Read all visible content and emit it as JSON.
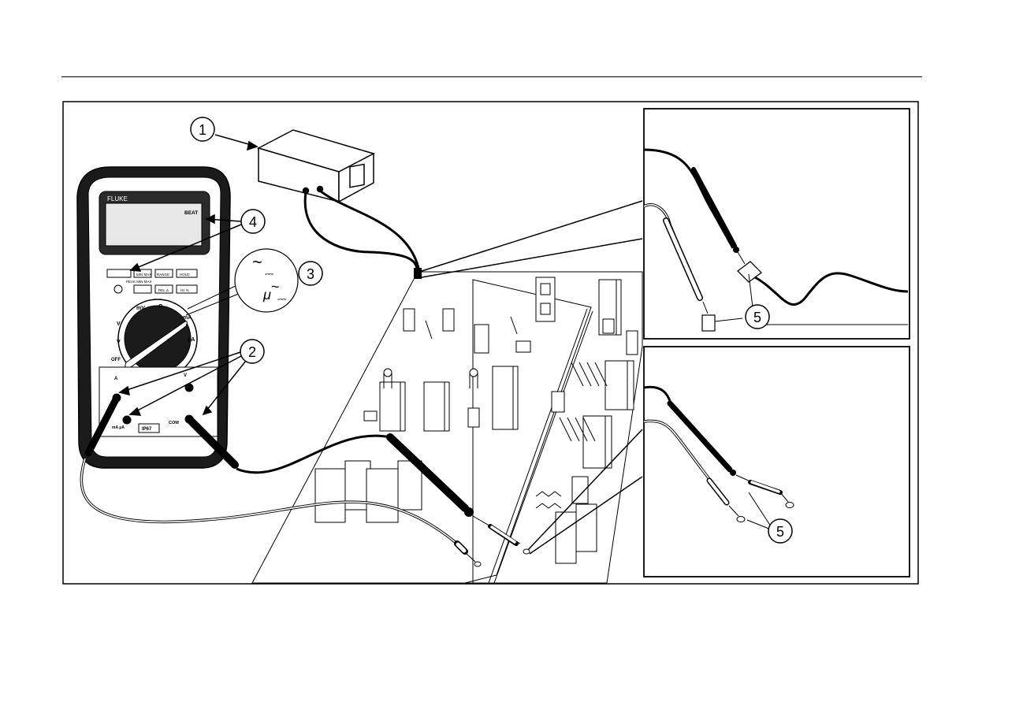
{
  "figure": {
    "callouts": [
      {
        "id": "1",
        "text": "1",
        "target": "test-voltage-source"
      },
      {
        "id": "2",
        "text": "2",
        "target": "test-lead-jacks"
      },
      {
        "id": "3",
        "text": "3",
        "target": "ac-dc-function-symbols"
      },
      {
        "id": "4",
        "text": "4",
        "target": "display-indicator"
      },
      {
        "id": "5a",
        "text": "5",
        "target": "probe-contact-detail-upper"
      },
      {
        "id": "5b",
        "text": "5",
        "target": "probe-contact-detail-lower"
      }
    ],
    "meter": {
      "brand": "FLUKE",
      "display_annunciator": "BEAT",
      "buttons_row1": [
        "",
        "MIN MAX",
        "RANGE",
        "HOLD"
      ],
      "peak_label": "PEAK MIN MAX",
      "buttons_row2": [
        "",
        "REL Δ",
        "Hz %"
      ],
      "dial_labels": {
        "mv": "mV",
        "ohm": "Ω",
        "v": "V",
        "ma": "mA",
        "ua": "μA",
        "off": "OFF"
      },
      "jack_labels": {
        "a": "A",
        "com": "COM",
        "ma": "mA μA",
        "v": "V"
      },
      "rating_badge": "IP67"
    },
    "symbols": {
      "ac": "~",
      "dc": "⎓",
      "micro": "μ"
    }
  }
}
